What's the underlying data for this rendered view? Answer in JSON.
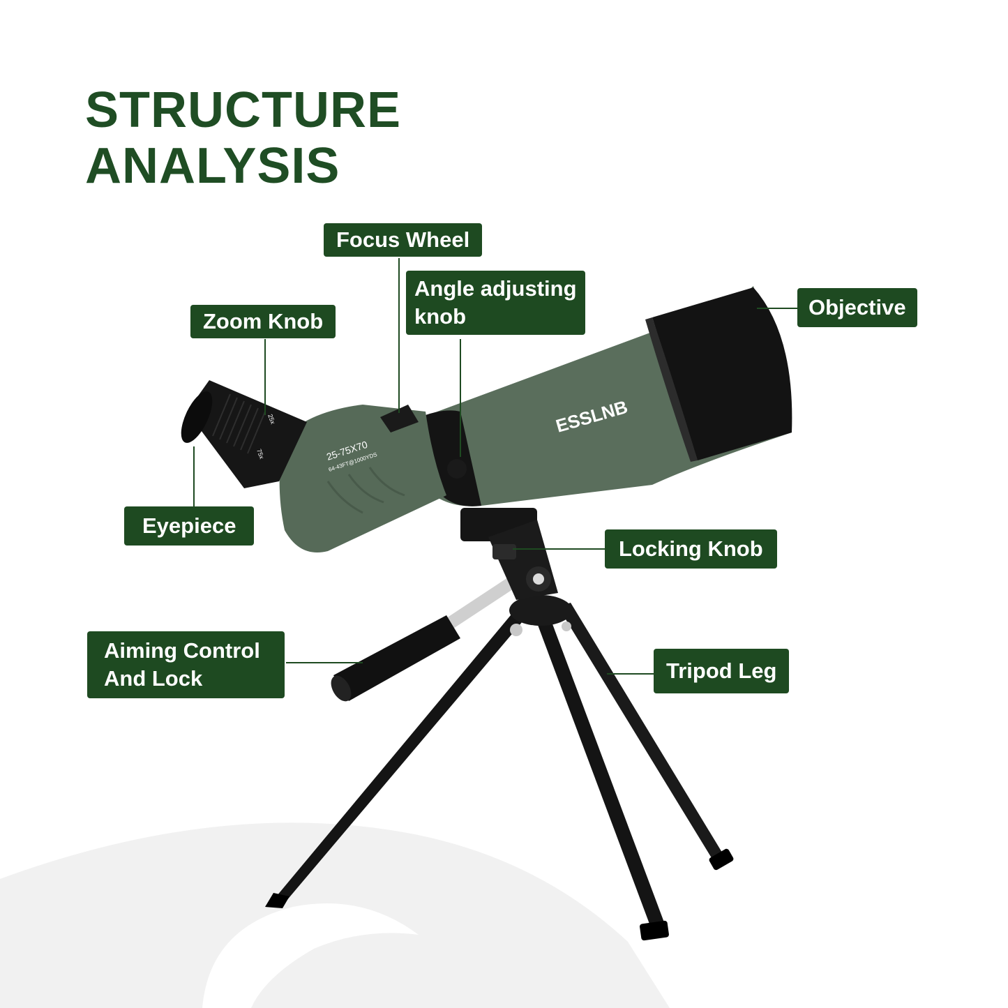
{
  "title": {
    "line1": "STRUCTURE",
    "line2": "ANALYSIS"
  },
  "labels": {
    "focus_wheel": "Focus Wheel",
    "angle_knob_line1": "Angle adjusting",
    "angle_knob_line2": "knob",
    "zoom_knob": "Zoom Knob",
    "objective": "Objective",
    "eyepiece": "Eyepiece",
    "locking_knob": "Locking Knob",
    "aiming_line1": "Aiming Control",
    "aiming_line2": "And Lock",
    "tripod_leg": "Tripod Leg"
  },
  "product": {
    "brand": "ESSLNB",
    "model": "25-75X70",
    "spec": "64-43FT@1000YDS",
    "zoom_min": "25x",
    "zoom_max": "75x"
  },
  "colors": {
    "label_bg": "#1e4a21",
    "title": "#1f4d24",
    "body_green": "#556b58"
  }
}
